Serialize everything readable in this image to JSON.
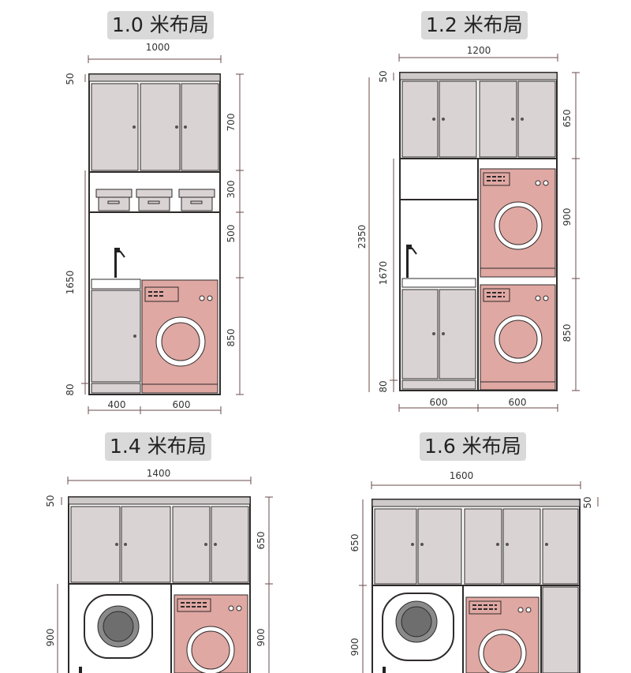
{
  "colors": {
    "frame": "#2e2a2a",
    "door": "#d9d3d3",
    "washer": "#e0a8a3",
    "washer_dark": "#c58c88",
    "dim": "#6b4b4b",
    "title_bg": "#d9d9d9"
  },
  "panels": [
    {
      "title": "1.0 米布局",
      "width_label": "1000",
      "vertical_labels": [
        "50",
        "700",
        "300",
        "500",
        "850",
        "1650",
        "80"
      ],
      "bottom_labels": [
        "400",
        "600"
      ]
    },
    {
      "title": "1.2 米布局",
      "width_label": "1200",
      "vertical_labels": [
        "50",
        "650",
        "900",
        "850",
        "2350",
        "1670",
        "80"
      ],
      "bottom_labels": [
        "600",
        "600"
      ]
    },
    {
      "title": "1.4 米布局",
      "width_label": "1400",
      "vertical_labels": [
        "50",
        "650",
        "900",
        "900"
      ]
    },
    {
      "title": "1.6 米布局",
      "width_label": "1600",
      "vertical_labels": [
        "50",
        "650",
        "900"
      ]
    }
  ]
}
